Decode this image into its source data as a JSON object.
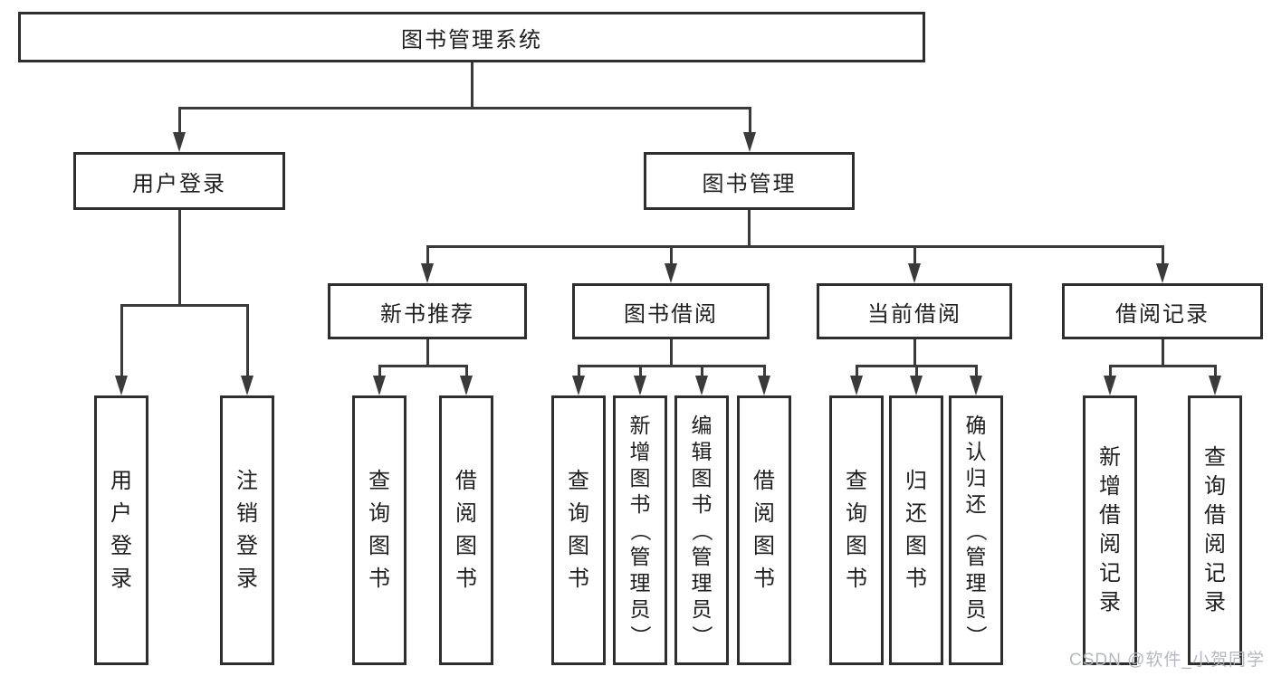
{
  "diagram_title": "图书管理系统",
  "watermark": "CSDN @软件_小贺同学",
  "colors": {
    "line": "#3a3a3a",
    "border": "#2e2e2e",
    "text": "#1f1f1f",
    "box_fill": "#ffffff",
    "background": "#ffffff",
    "watermark": "#b4b9c0"
  },
  "nodes": {
    "root": {
      "label": "图书管理系统"
    },
    "user_login": {
      "label": "用户登录"
    },
    "book_management": {
      "label": "图书管理"
    },
    "new_book_recommend": {
      "label": "新书推荐"
    },
    "book_borrowing": {
      "label": "图书借阅"
    },
    "current_borrowing": {
      "label": "当前借阅"
    },
    "borrowing_records": {
      "label": "借阅记录"
    },
    "leaf_user_login": {
      "label": "用户登录"
    },
    "leaf_logout": {
      "label": "注销登录"
    },
    "leaf_recommend_query_books": {
      "label": "查询图书"
    },
    "leaf_recommend_borrow_books": {
      "label": "借阅图书"
    },
    "leaf_borrowing_query_books": {
      "label": "查询图书"
    },
    "leaf_borrowing_add_books": {
      "label": "新增图书（管理员）"
    },
    "leaf_borrowing_edit_books": {
      "label": "编辑图书（管理员）"
    },
    "leaf_borrowing_borrow_books": {
      "label": "借阅图书"
    },
    "leaf_current_query_books": {
      "label": "查询图书"
    },
    "leaf_current_return_books": {
      "label": "归还图书"
    },
    "leaf_current_confirm_return": {
      "label": "确认归还（管理员）"
    },
    "leaf_records_add_record": {
      "label": "新增借阅记录"
    },
    "leaf_records_query_record": {
      "label": "查询借阅记录"
    }
  }
}
